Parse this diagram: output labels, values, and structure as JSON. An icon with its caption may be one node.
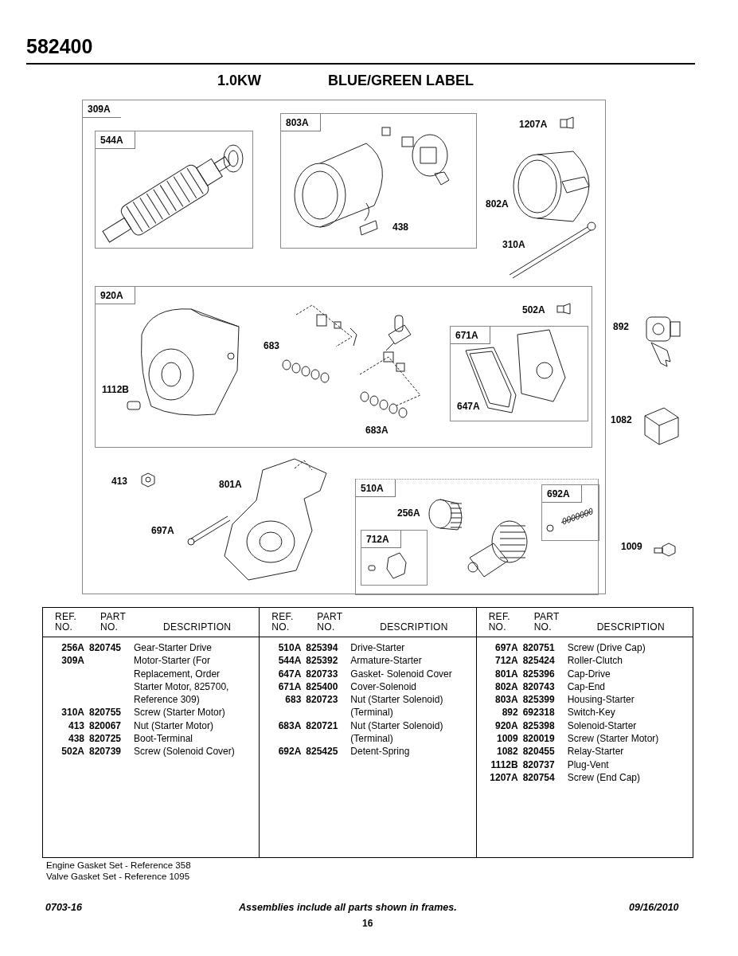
{
  "diagram": {
    "title": "582400",
    "nodes": [
      {
        "text": [
          "309A"
        ]
      },
      {
        "text": [
          "544A"
        ],
        "in": 0
      },
      {
        "text": [
          "803A"
        ],
        "in": 0
      },
      {
        "text": [
          "920A"
        ],
        "in": 0
      },
      {
        "text": [
          "671A"
        ],
        "in": 3
      },
      {
        "text": [
          "510A"
        ],
        "in": 0
      },
      {
        "text": [
          "712A"
        ],
        "in": 5
      },
      {
        "text": [
          "692A"
        ],
        "in": 5
      }
    ],
    "labels": [
      "1.0KW",
      "BLUE/GREEN LABEL",
      "1207A",
      "802A",
      "438",
      "310A",
      "502A",
      "892",
      "683",
      "1112B",
      "647A",
      "683A",
      "1082",
      "413",
      "801A",
      "256A",
      "697A",
      "1009",
      "REF. NO.",
      "PART NO.",
      "DESCRIPTION",
      "256A",
      "820745",
      "Gear-Starter Drive",
      "309A",
      "Motor-Starter (For Replacement, Order Starter Motor, 825700, Reference 309)",
      "310A",
      "820755",
      "Screw (Starter Motor)",
      "413",
      "820067",
      "Nut (Starter Motor)",
      "438",
      "820725",
      "Boot-Terminal",
      "502A",
      "820739",
      "Screw (Solenoid Cover)",
      "REF. NO.",
      "PART NO.",
      "DESCRIPTION",
      "510A",
      "825394",
      "Drive-Starter",
      "544A",
      "825392",
      "Armature-Starter",
      "647A",
      "820733",
      "Gasket- Solenoid Cover",
      "671A",
      "825400",
      "Cover-Solenoid",
      "683",
      "820723",
      "Nut (Starter Solenoid) (Terminal)",
      "683A",
      "820721",
      "Nut (Starter Solenoid) (Terminal)",
      "692A",
      "825425",
      "Detent-Spring",
      "REF. NO.",
      "PART NO.",
      "DESCRIPTION",
      "697A",
      "820751",
      "Screw (Drive Cap)",
      "712A",
      "825424",
      "Roller-Clutch",
      "801A",
      "825396",
      "Cap-Drive",
      "802A",
      "820743",
      "Cap-End",
      "803A",
      "825399",
      "Housing-Starter",
      "892",
      "692318",
      "Switch-Key",
      "920A",
      "825398",
      "Solenoid-Starter",
      "1009",
      "820019",
      "Screw (Starter Motor)",
      "1082",
      "820455",
      "Relay-Starter",
      "1112B",
      "820737",
      "Plug-Vent",
      "1207A",
      "820754",
      "Screw (End Cap)",
      "Engine Gasket Set - Reference 358",
      "Valve Gasket Set - Reference 1095",
      "0703-16",
      "Assemblies include all parts shown in frames.",
      "09/16/2010",
      "16"
    ]
  }
}
